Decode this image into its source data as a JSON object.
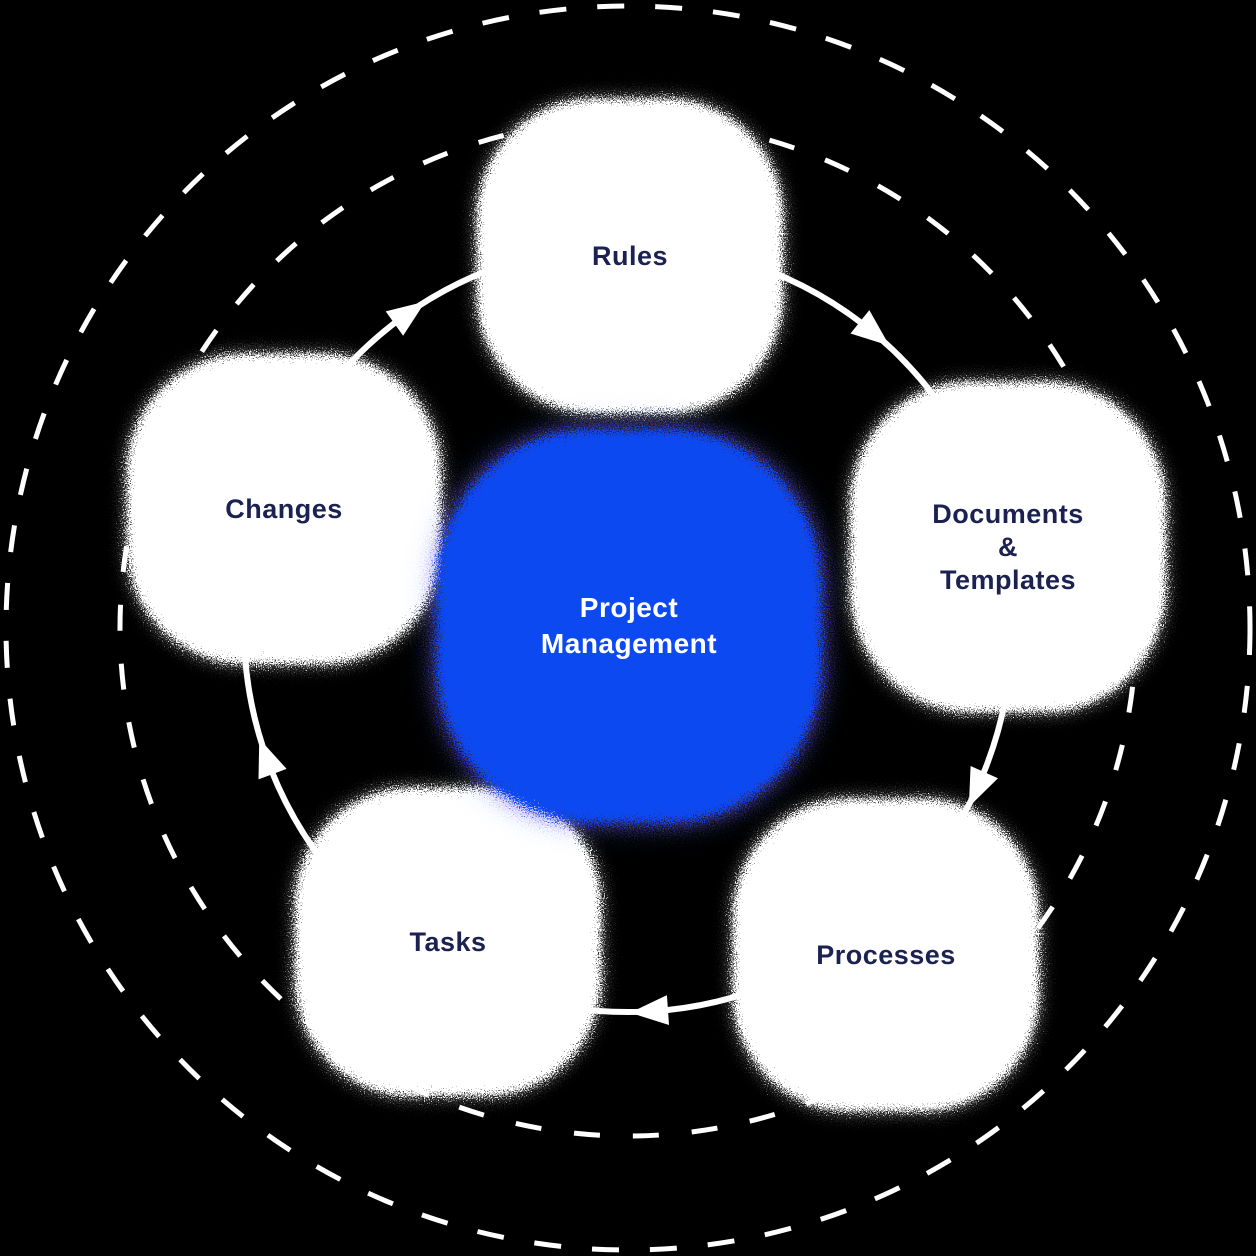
{
  "diagram": {
    "center": {
      "line1": "Project",
      "line2": "Management"
    },
    "nodes": {
      "rules": {
        "label": "Rules"
      },
      "documents": {
        "line1": "Documents",
        "line2": "&",
        "line3": "Templates"
      },
      "processes": {
        "label": "Processes"
      },
      "tasks": {
        "label": "Tasks"
      },
      "changes": {
        "label": "Changes"
      }
    },
    "flow": {
      "direction": "clockwise",
      "order": [
        "Changes",
        "Rules",
        "Documents & Templates",
        "Processes",
        "Tasks"
      ]
    },
    "colors": {
      "background": "#000000",
      "node_fill": "#ffffff",
      "node_text": "#1b2150",
      "center_fill": "#0b49f0",
      "center_text": "#ffffff",
      "ring_stroke": "#ffffff"
    }
  }
}
